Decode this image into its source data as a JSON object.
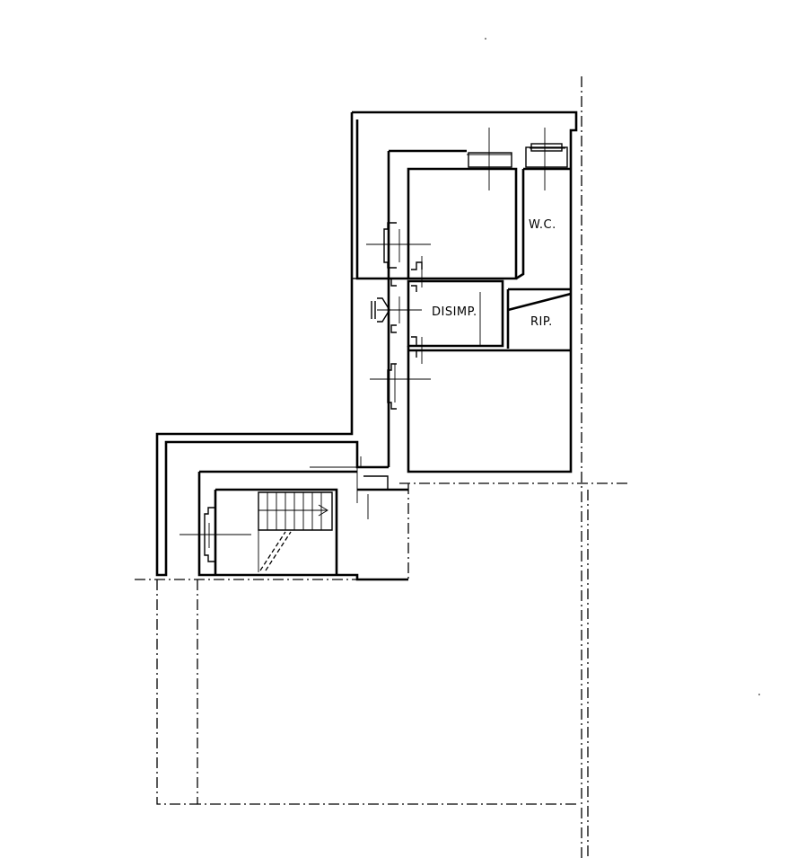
{
  "rooms": {
    "wc": "W.C.",
    "disimpegno": "DISIMP.",
    "ripostiglio": "RIP."
  }
}
